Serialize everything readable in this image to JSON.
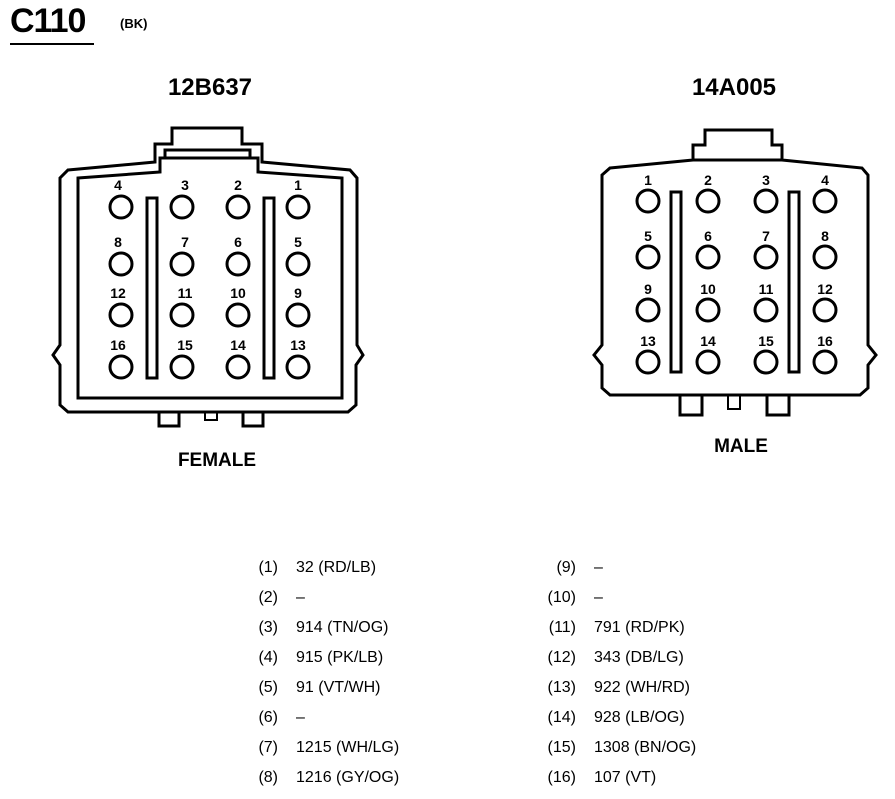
{
  "header": {
    "connector_id": "C110",
    "color_code": "(BK)"
  },
  "female": {
    "part_number": "12B637",
    "label": "FEMALE",
    "pin_rows": [
      [
        "4",
        "3",
        "2",
        "1"
      ],
      [
        "8",
        "7",
        "6",
        "5"
      ],
      [
        "12",
        "11",
        "10",
        "9"
      ],
      [
        "16",
        "15",
        "14",
        "13"
      ]
    ]
  },
  "male": {
    "part_number": "14A005",
    "label": "MALE",
    "pin_rows": [
      [
        "1",
        "2",
        "3",
        "4"
      ],
      [
        "5",
        "6",
        "7",
        "8"
      ],
      [
        "9",
        "10",
        "11",
        "12"
      ],
      [
        "13",
        "14",
        "15",
        "16"
      ]
    ]
  },
  "pinout": {
    "left": [
      {
        "pin": "(1)",
        "wire": "32 (RD/LB)"
      },
      {
        "pin": "(2)",
        "wire": "–"
      },
      {
        "pin": "(3)",
        "wire": "914 (TN/OG)"
      },
      {
        "pin": "(4)",
        "wire": "915 (PK/LB)"
      },
      {
        "pin": "(5)",
        "wire": "91 (VT/WH)"
      },
      {
        "pin": "(6)",
        "wire": "–"
      },
      {
        "pin": "(7)",
        "wire": "1215 (WH/LG)"
      },
      {
        "pin": "(8)",
        "wire": "1216 (GY/OG)"
      }
    ],
    "right": [
      {
        "pin": "(9)",
        "wire": "–"
      },
      {
        "pin": "(10)",
        "wire": "–"
      },
      {
        "pin": "(11)",
        "wire": "791 (RD/PK)"
      },
      {
        "pin": "(12)",
        "wire": "343 (DB/LG)"
      },
      {
        "pin": "(13)",
        "wire": "922 (WH/RD)"
      },
      {
        "pin": "(14)",
        "wire": "928 (LB/OG)"
      },
      {
        "pin": "(15)",
        "wire": "1308 (BN/OG)"
      },
      {
        "pin": "(16)",
        "wire": "107 (VT)"
      }
    ]
  }
}
